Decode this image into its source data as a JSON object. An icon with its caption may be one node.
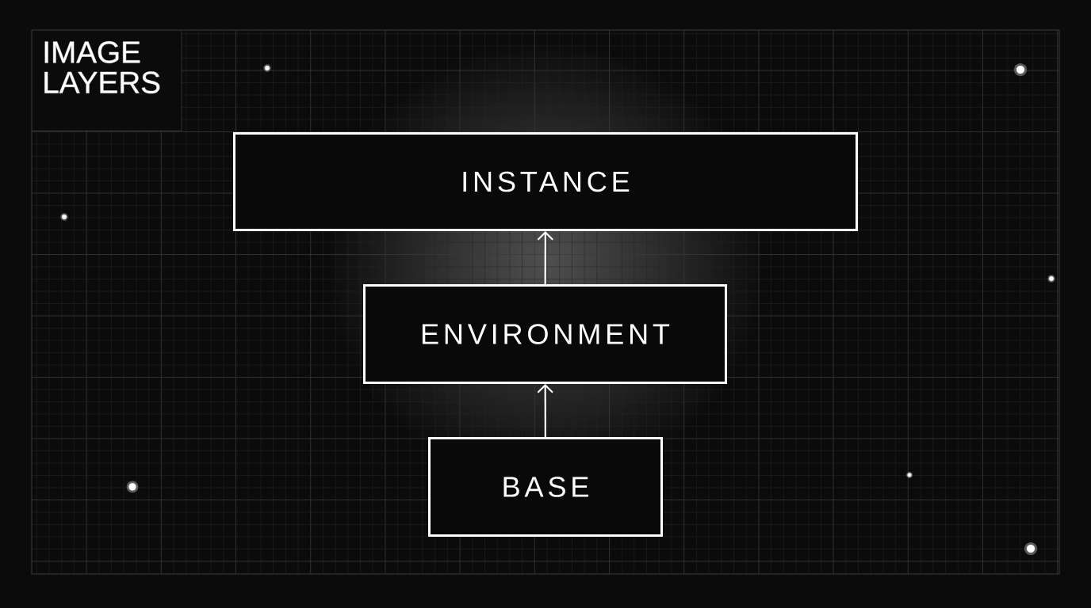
{
  "diagram": {
    "title": "IMAGE LAYERS",
    "nodes": [
      {
        "text": [
          "INSTANCE"
        ]
      },
      {
        "text": [
          "ENVIRONMENT"
        ]
      },
      {
        "text": [
          "BASE"
        ]
      }
    ],
    "edges": [
      {
        "from": 1,
        "to": 0,
        "arrow": "to"
      },
      {
        "from": 2,
        "to": 1,
        "arrow": "to"
      }
    ]
  }
}
